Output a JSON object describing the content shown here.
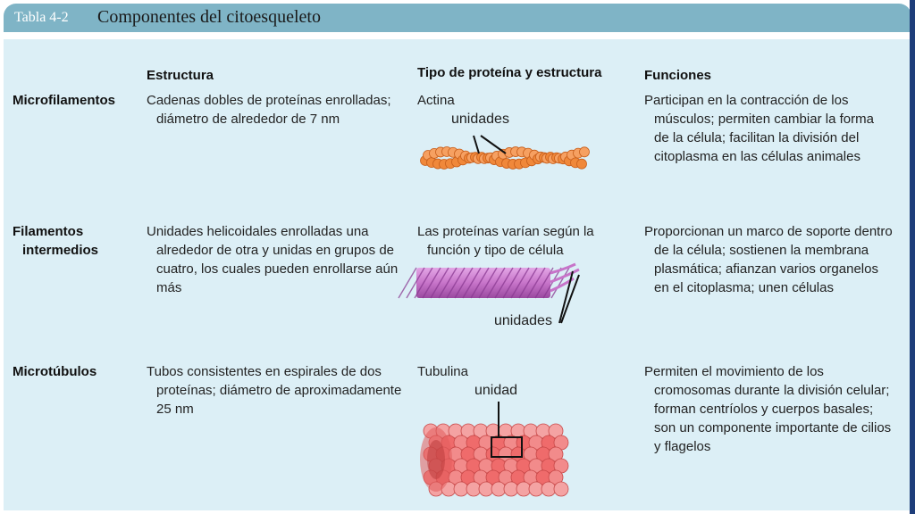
{
  "title": {
    "table_number": "Tabla 4-2",
    "text": "Componentes del citoesqueleto"
  },
  "headers": {
    "estructura": "Estructura",
    "tipo": "Tipo de proteína y estructura",
    "funciones": "Funciones"
  },
  "rows": [
    {
      "name": [
        "Microfilamentos"
      ],
      "estructura": [
        "Cadenas dobles de proteínas enrolladas;",
        "diámetro de alrededor de 7 nm"
      ],
      "tipo": [
        "Actina"
      ],
      "figure_label": "unidades",
      "funciones": [
        "Participan en la contracción de los",
        "músculos; permiten cambiar la forma",
        "de la célula; facilitan la división del",
        "citoplasma en las células animales"
      ]
    },
    {
      "name": [
        "Filamentos",
        "intermedios"
      ],
      "estructura": [
        "Unidades helicoidales enrolladas una",
        "alrededor de otra y unidas en grupos de",
        "cuatro, los cuales pueden enrollarse aún",
        "más"
      ],
      "tipo": [
        "Las proteínas varían según la",
        "función y tipo de célula"
      ],
      "figure_label": "unidades",
      "funciones": [
        "Proporcionan un marco de soporte dentro",
        "de la célula; sostienen la membrana",
        "plasmática; afianzan varios organelos",
        "en el citoplasma; unen células"
      ]
    },
    {
      "name": [
        "Microtúbulos"
      ],
      "estructura": [
        "Tubos consistentes en espirales de dos",
        "proteínas; diámetro de aproximadamente",
        "25 nm"
      ],
      "tipo": [
        "Tubulina"
      ],
      "figure_label": "unidad",
      "funciones": [
        "Permiten el movimiento de los",
        "cromosomas durante la división celular;",
        "forman centríolos y cuerpos basales;",
        "son un componente importante de cilios",
        "y flagelos"
      ]
    }
  ],
  "colors": {
    "title_bar": "#7fb4c6",
    "panel": "#dceff6",
    "actin": "#f0883a",
    "intermediate": "#c774c9",
    "tubulin": "#ef6b6b",
    "right_edge": "#1e3d7a"
  }
}
